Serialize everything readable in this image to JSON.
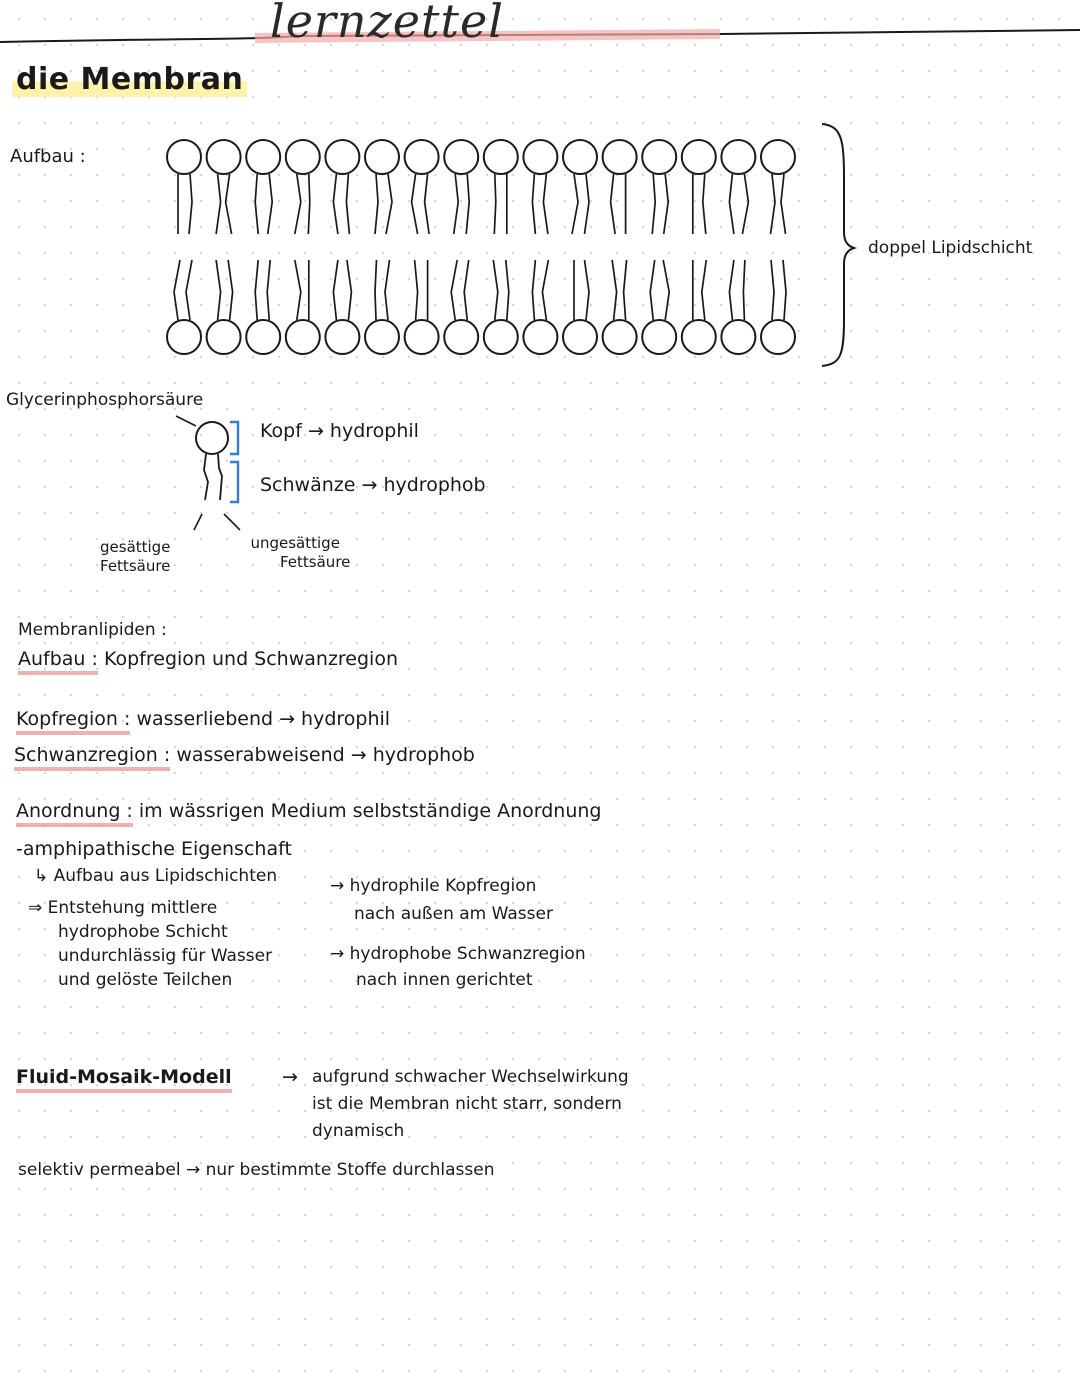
{
  "header": {
    "title": "lernzettel"
  },
  "heading": "die Membran",
  "aufbau_label": "Aufbau :",
  "bilayer_label": "doppel Lipidschicht",
  "glycerin_label": "Glycerinphosphorsäure",
  "head_label": "Kopf",
  "head_prop": "hydrophil",
  "tail_label": "Schwänze",
  "tail_prop": "hydrophob",
  "fat_saturated": [
    "gesättige",
    "Fettsäure"
  ],
  "fat_unsaturated": [
    "ungesättige",
    "Fettsäure"
  ],
  "membranlipide": {
    "title": "Membranlipiden :",
    "aufbau_key": "Aufbau :",
    "aufbau_val": "Kopfregion und Schwanzregion",
    "kopf_key": "Kopfregion :",
    "kopf_val": "wasserliebend → hydrophil",
    "schwanz_key": "Schwanzregion :",
    "schwanz_val": "wasserabweisend → hydrophob"
  },
  "anordnung": {
    "key": "Anordnung :",
    "val": "im wässrigen Medium selbstständige Anordnung",
    "line2": "-amphipathische Eigenschaft",
    "line3": "↳ Aufbau aus Lipidschichten",
    "arrow1": "→ hydrophile Kopfregion",
    "arrow1b": "nach außen am Wasser",
    "arrow2": "→ hydrophobe Schwanzregion",
    "arrow2b": "nach innen gerichtet",
    "entstehung": [
      "⇒ Entstehung mittlere",
      "hydrophobe Schicht",
      "undurchlässig für Wasser",
      "und gelöste Teilchen"
    ]
  },
  "fluid": {
    "key": "Fluid-Mosaik-Modell",
    "arrow": "→",
    "lines": [
      "aufgrund schwacher Wechselwirkung",
      "ist die Membran nicht starr, sondern",
      "dynamisch"
    ]
  },
  "selektiv": "selektiv permeabel → nur bestimmte Stoffe durchlassen",
  "colors": {
    "accent_pink": "#f4aaaa",
    "highlight_yellow": "#fff0a0",
    "bracket_blue": "#2f7fd6",
    "ink": "#1a1a1a"
  }
}
